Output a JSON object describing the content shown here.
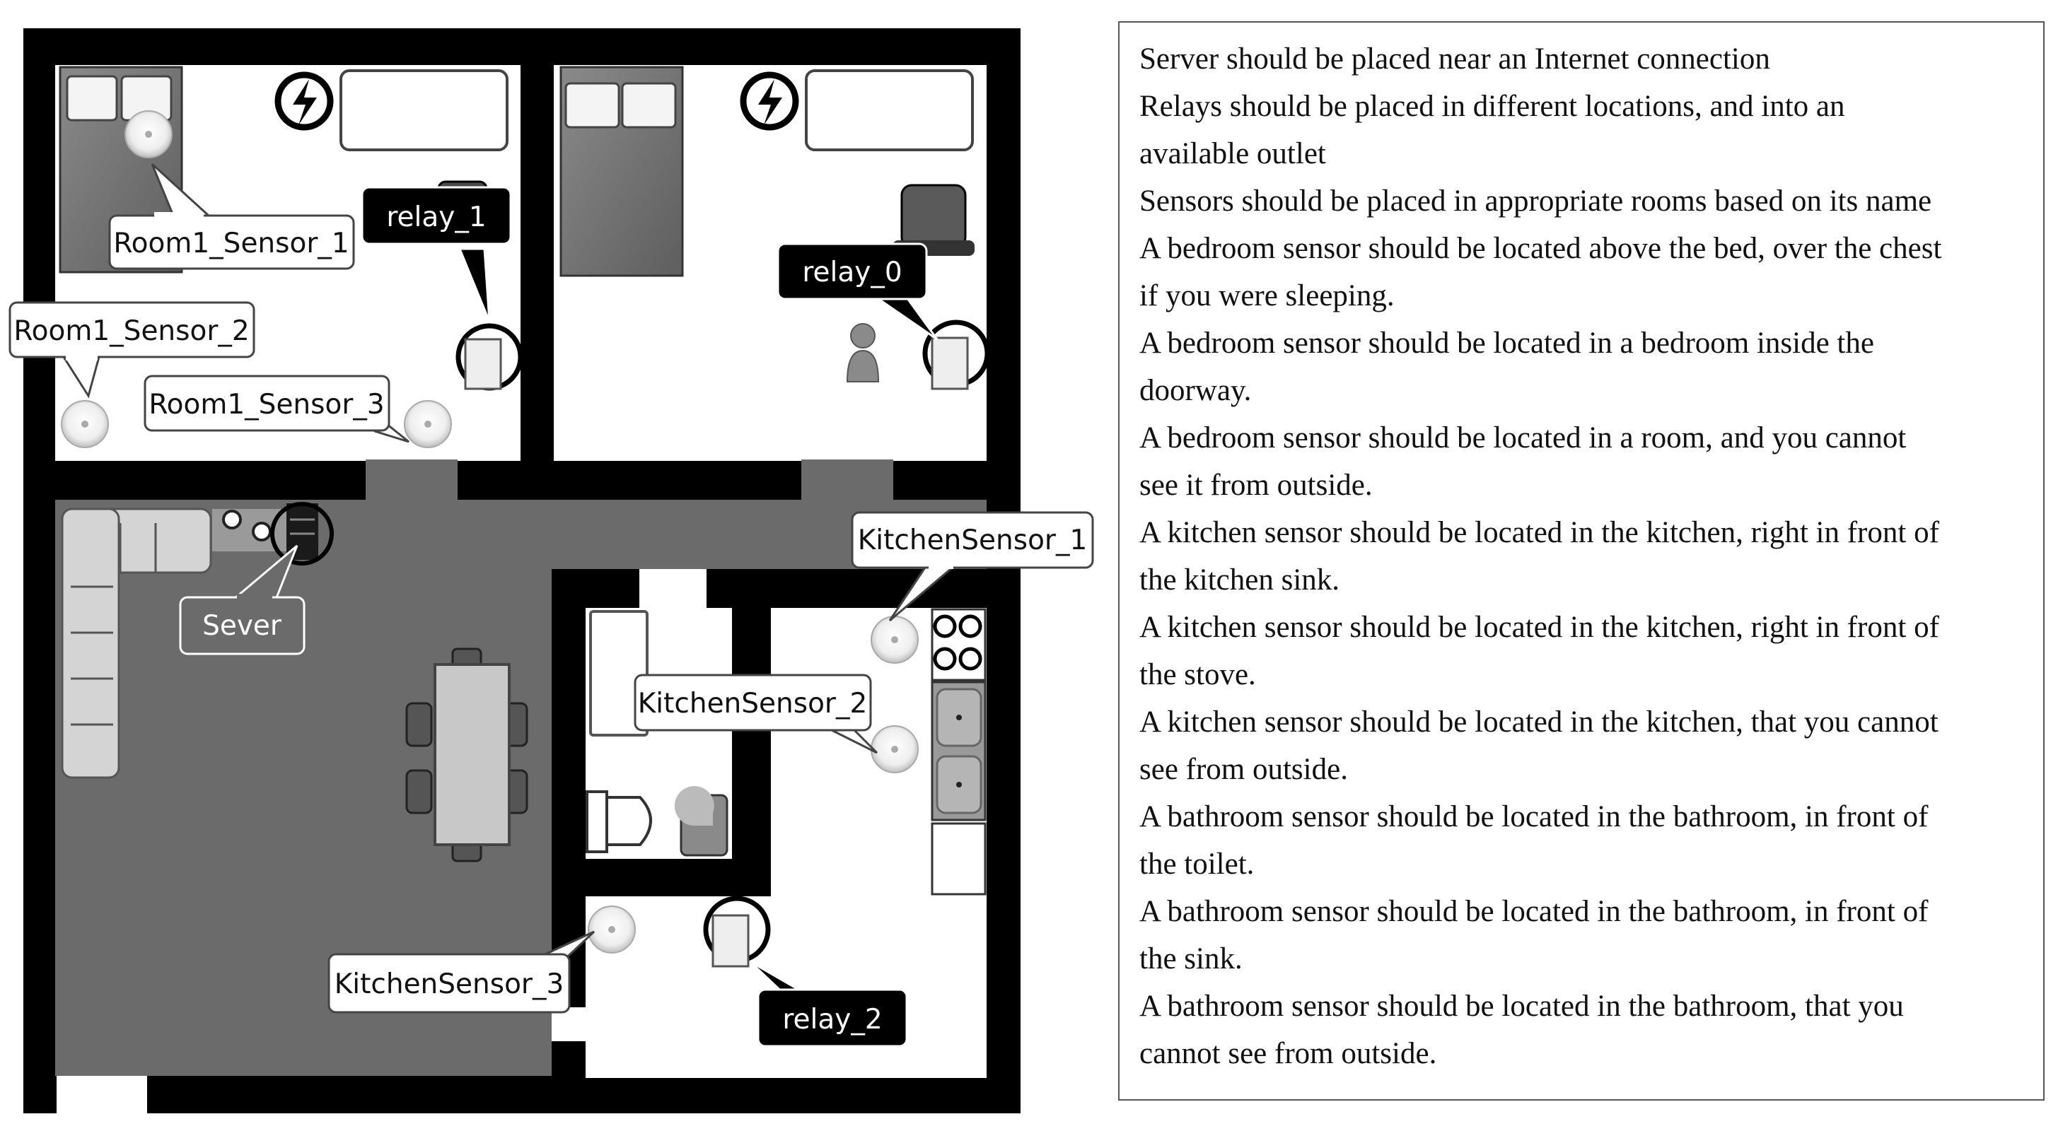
{
  "floor_plan": {
    "labels": {
      "room1_sensor_1": "Room1_Sensor_1",
      "room1_sensor_2": "Room1_Sensor_2",
      "room1_sensor_3": "Room1_Sensor_3",
      "relay_1": "relay_1",
      "relay_0": "relay_0",
      "server": "Sever",
      "kitchen_sensor_1": "KitchenSensor_1",
      "kitchen_sensor_2": "KitchenSensor_2",
      "kitchen_sensor_3": "KitchenSensor_3",
      "relay_2": "relay_2"
    },
    "icons": [
      "bed-icon",
      "outlet-bolt-icon",
      "sensor-icon",
      "relay-plug-icon",
      "sofa-icon",
      "server-icon",
      "dining-table-icon",
      "bathtub-icon",
      "toilet-icon",
      "sink-icon",
      "stove-icon",
      "person-icon",
      "dresser-icon"
    ],
    "colors": {
      "walls": "#000000",
      "floor_dark": "#6b6b6b",
      "floor_light": "#ffffff",
      "dark_label": "#000000",
      "light_label": "#ffffff"
    }
  },
  "rules": [
    "Server should be placed near an Internet connection",
    "Relays should be placed in different locations, and into an",
    "available outlet",
    "Sensors should be placed in appropriate rooms based on its name",
    "A bedroom sensor should be located above the bed, over the chest",
    "if you were sleeping.",
    "A bedroom sensor should be located in a bedroom inside the",
    "doorway.",
    "A bedroom sensor should be located in a room, and you cannot",
    "see it from outside.",
    "A kitchen sensor should be located in the kitchen, right in front of",
    "the kitchen sink.",
    "A kitchen sensor should be located in the kitchen, right in front of",
    "the stove.",
    "A kitchen sensor should be located in the kitchen, that you cannot",
    "see from outside.",
    "A bathroom sensor should be located in the bathroom, in front of",
    "the toilet.",
    "A bathroom sensor should be located in the bathroom, in front of",
    "the sink.",
    "A bathroom sensor should be located in the bathroom, that you",
    "cannot see from outside."
  ]
}
